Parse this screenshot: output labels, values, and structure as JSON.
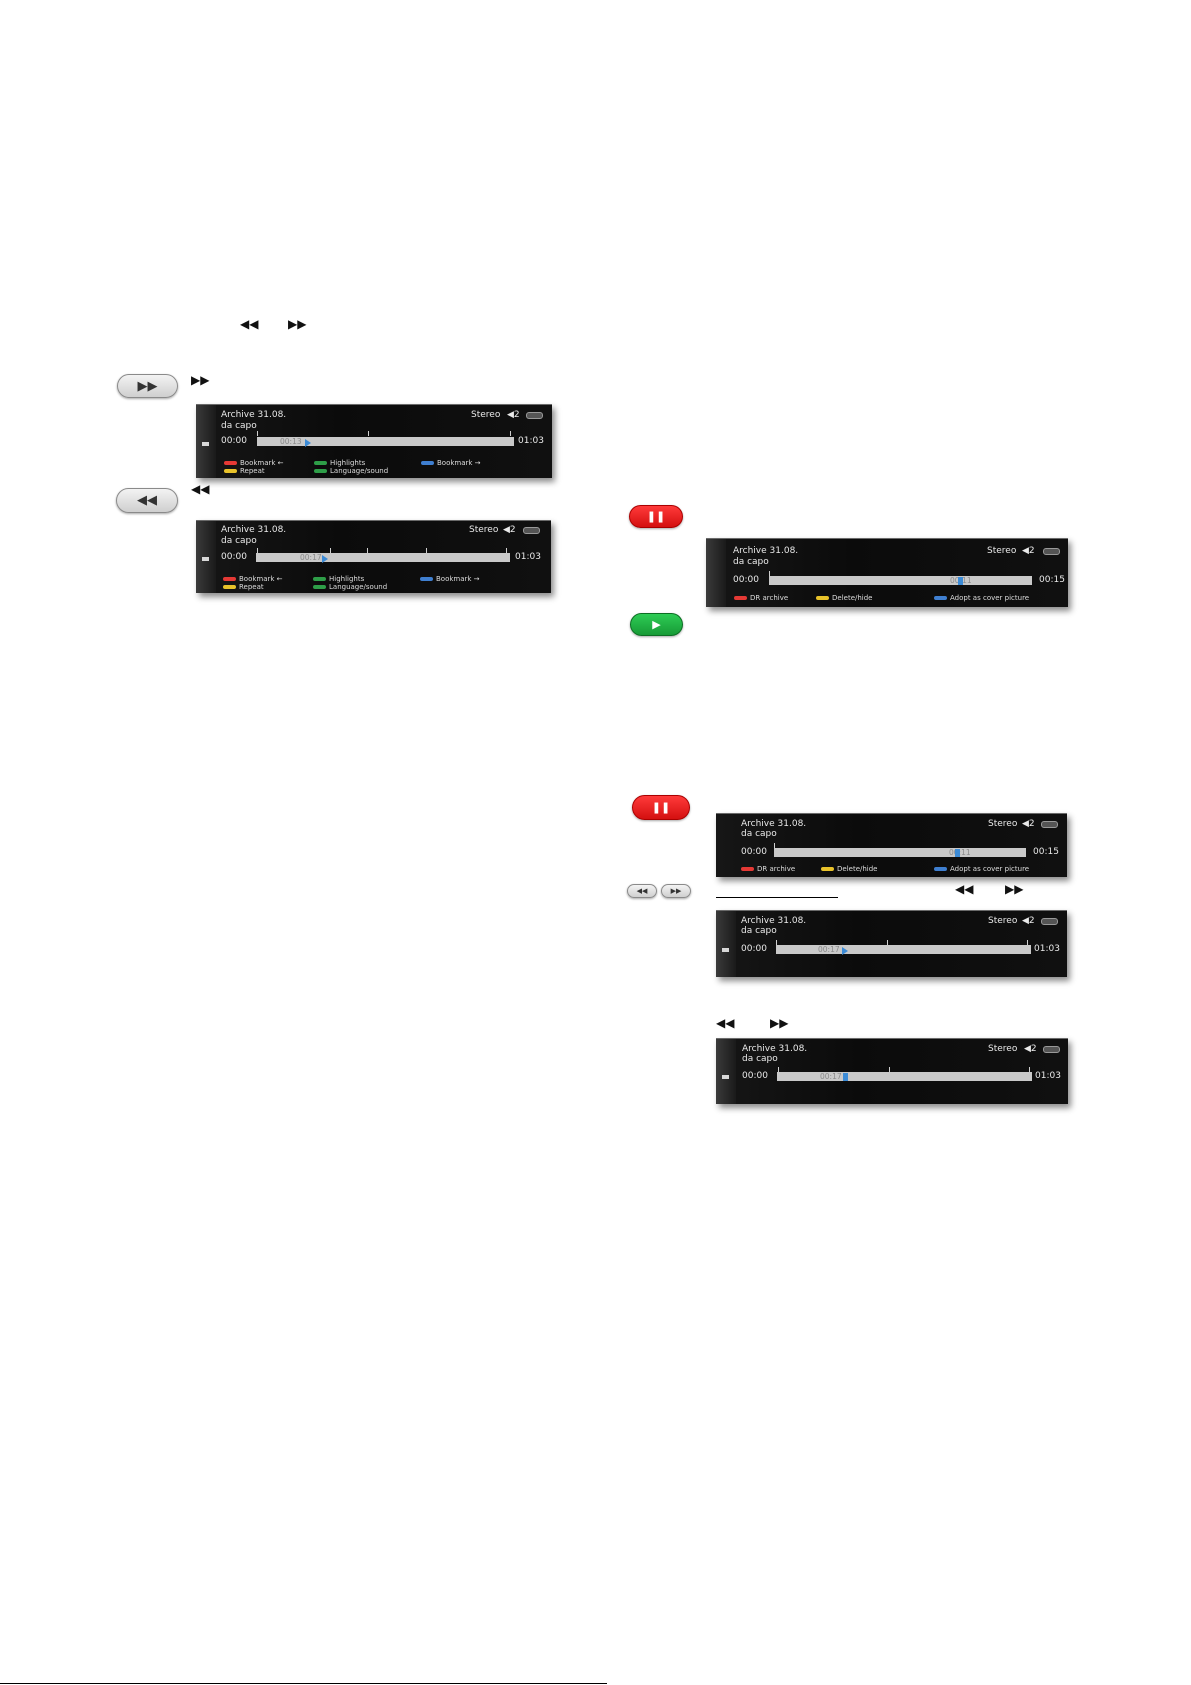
{
  "colors": {
    "red_key": "#e53935",
    "green_key": "#2e9e48",
    "yellow_key": "#e8c22a",
    "blue_key": "#3f7fd0",
    "progress_marker": "#3c8bd6",
    "osd_background": "#0d0d0d"
  },
  "icons": {
    "rewind": "◀◀",
    "fast_forward": "▶▶",
    "pause": "❚❚",
    "play": "▶",
    "speaker": "◀"
  },
  "inline_text": {
    "intro_rew": "◀◀",
    "intro_ff": "▶▶",
    "ff_caption_icon": "▶▶",
    "rew_caption_icon": "◀◀",
    "skip_rew": "◀◀",
    "skip_ff": "▶▶",
    "bottom_rew": "◀◀",
    "bottom_ff": "▶▶"
  },
  "osd_common": {
    "title_line1": "Archive 31.08.",
    "title_line2": "da capo",
    "stereo": "Stereo",
    "audio_track": "2",
    "start_time": "00:00"
  },
  "panels": [
    {
      "id": "ff",
      "current_time": "00:13",
      "end_time": "01:03",
      "progress": 0.2,
      "legend": [
        {
          "color": "red",
          "label": "Bookmark ←"
        },
        {
          "color": "green",
          "label": "Highlights"
        },
        {
          "color": "blue",
          "label": "Bookmark →"
        },
        {
          "color": "yellow",
          "label": "Repeat"
        },
        {
          "color": "green",
          "label": "Language/sound"
        }
      ]
    },
    {
      "id": "rew",
      "current_time": "00:17",
      "end_time": "01:03",
      "progress": 0.27,
      "legend": [
        {
          "color": "red",
          "label": "Bookmark ←"
        },
        {
          "color": "green",
          "label": "Highlights"
        },
        {
          "color": "blue",
          "label": "Bookmark →"
        },
        {
          "color": "yellow",
          "label": "Repeat"
        },
        {
          "color": "green",
          "label": "Language/sound"
        }
      ]
    },
    {
      "id": "pause1",
      "current_time": "00:11",
      "end_time": "00:15",
      "progress": 0.73,
      "legend": [
        {
          "color": "red",
          "label": "DR archive"
        },
        {
          "color": "yellow",
          "label": "Delete/hide"
        },
        {
          "color": "blue",
          "label": "Adopt as cover picture"
        }
      ]
    },
    {
      "id": "pause2",
      "current_time": "00:11",
      "end_time": "00:15",
      "progress": 0.73,
      "legend": [
        {
          "color": "red",
          "label": "DR archive"
        },
        {
          "color": "yellow",
          "label": "Delete/hide"
        },
        {
          "color": "blue",
          "label": "Adopt as cover picture"
        }
      ]
    },
    {
      "id": "skip1",
      "current_time": "00:17",
      "end_time": "01:03",
      "progress": 0.27,
      "legend": []
    },
    {
      "id": "skip2",
      "current_time": "00:17",
      "end_time": "01:03",
      "progress": 0.27,
      "legend": []
    }
  ]
}
